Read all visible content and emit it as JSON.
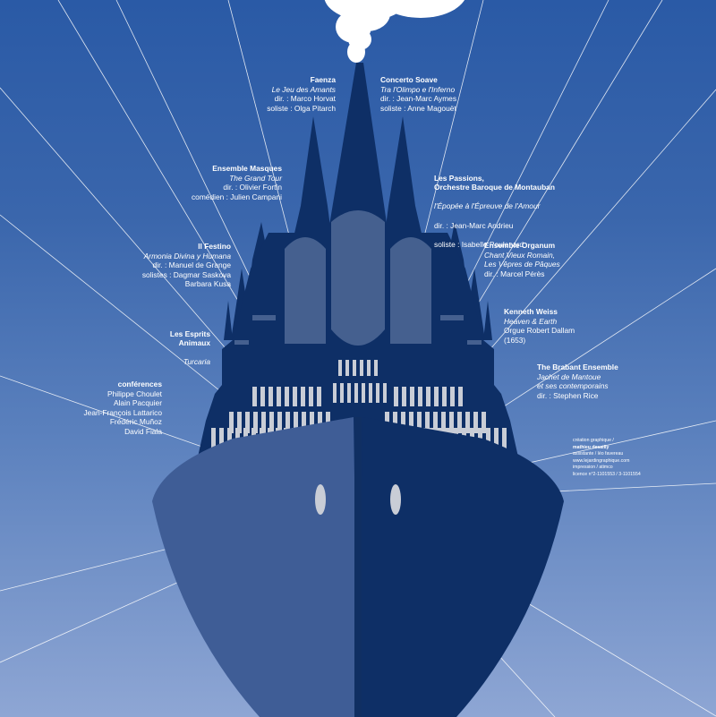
{
  "ensembles_left": [
    {
      "name": "Faenza",
      "lines": [
        {
          "text": "Le Jeu des Amants",
          "italic": true
        },
        {
          "text": "dir. : Marco Horvat",
          "italic": false
        },
        {
          "text": "soliste : Olga Pitarch",
          "italic": false
        }
      ]
    },
    {
      "name": "Ensemble Masques",
      "lines": [
        {
          "text": "The Grand Tour",
          "italic": true
        },
        {
          "text": "dir. : Olivier Fortin",
          "italic": false
        },
        {
          "text": "comédien : Julien Campani",
          "italic": false
        }
      ]
    },
    {
      "name": "Il Festino",
      "lines": [
        {
          "text": "Armonia Divina y Humana",
          "italic": true
        },
        {
          "text": "dir. : Manuel de Grange",
          "italic": false
        },
        {
          "text": "solistes : Dagmar Saskova",
          "italic": false
        },
        {
          "text": "Barbara Kusa",
          "italic": false
        }
      ]
    },
    {
      "name": "Les Esprits\nAnimaux",
      "lines": [
        {
          "text": "Turcaria",
          "italic": true
        }
      ]
    },
    {
      "name": "conférences",
      "lines": [
        {
          "text": "Philippe Choulet",
          "italic": false
        },
        {
          "text": "Alain Pacquier",
          "italic": false
        },
        {
          "text": "Jean-François Lattarico",
          "italic": false
        },
        {
          "text": "Frédéric Muñoz",
          "italic": false
        },
        {
          "text": "David Fiala",
          "italic": false
        }
      ]
    }
  ],
  "ensembles_right": [
    {
      "name": "Concerto Soave",
      "lines": [
        {
          "text": "Tra l'Olimpo e l'Inferno",
          "italic": true
        },
        {
          "text": "dir. : Jean-Marc Aymes",
          "italic": false
        },
        {
          "text": "soliste : Anne Magouët",
          "italic": false
        }
      ]
    },
    {
      "name": "Les Passions,\nOrchestre Baroque de Montauban",
      "lines": [
        {
          "text": "l'Épopée à l'Épreuve de l'Amour",
          "italic": true
        },
        {
          "text": "dir. : Jean-Marc Andrieu",
          "italic": false
        },
        {
          "text": "soliste : Isabelle Poulenard",
          "italic": false
        }
      ]
    },
    {
      "name": "Ensemble Organum",
      "lines": [
        {
          "text": "Chant Vieux Romain,",
          "italic": true
        },
        {
          "text": "Les Vêpres de Pâques",
          "italic": true
        },
        {
          "text": "dir. : Marcel Pérès",
          "italic": false
        }
      ]
    },
    {
      "name": "Kenneth Weiss",
      "lines": [
        {
          "text": "Heaven & Earth",
          "italic": true
        },
        {
          "text": "Orgue Robert Dallam",
          "italic": false
        },
        {
          "text": "(1653)",
          "italic": false
        }
      ]
    },
    {
      "name": "The Brabant Ensemble",
      "lines": [
        {
          "text": "Jachet de Mantoue",
          "italic": true
        },
        {
          "text": "et ses contemporains",
          "italic": true
        },
        {
          "text": "dir. : Stephen Rice",
          "italic": false
        }
      ]
    }
  ],
  "credits": [
    {
      "text": "création graphique /",
      "bold": false
    },
    {
      "text": "mathieu desailly",
      "bold": true
    },
    {
      "text": "assistante / léo favereau",
      "bold": false
    },
    {
      "text": "www.lejardingraphique.com",
      "bold": false
    },
    {
      "text": "impression / atimco",
      "bold": false
    },
    {
      "text": "licence n°2-1101553 / 3-1101554",
      "bold": false
    }
  ],
  "colors": {
    "sky_top": "#2a5aa6",
    "sky_bottom": "#8ea6d4",
    "ship_dark": "#0e2f66",
    "ship_hull_light": "#3f5d96",
    "windows": "#c9cdd6",
    "arch_windows": "#45608f",
    "smoke": "#ffffff"
  }
}
